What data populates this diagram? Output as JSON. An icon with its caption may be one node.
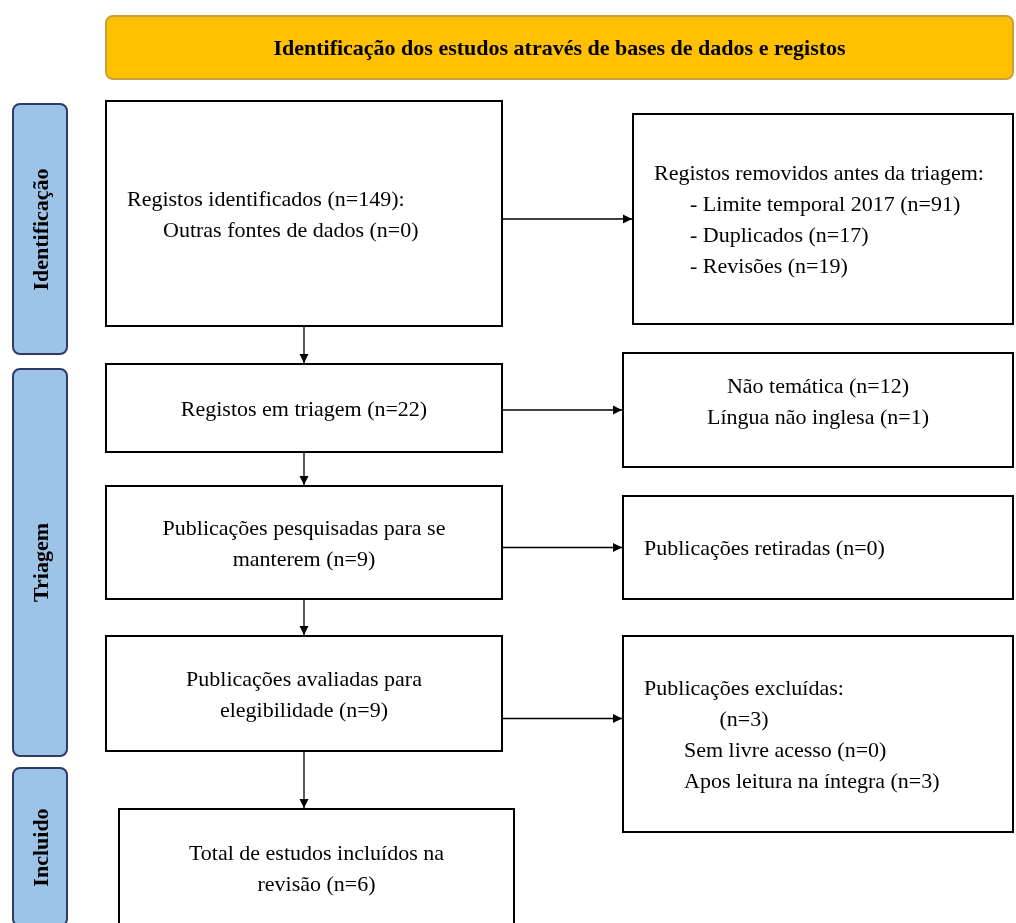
{
  "diagram": {
    "nodes": [
      {
        "text": [
          "Identificação dos estudos através de bases de dados e registos"
        ]
      },
      {
        "text": [
          "Identificação"
        ]
      },
      {
        "text": [
          "Triagem"
        ]
      },
      {
        "text": [
          "Incluido"
        ]
      },
      {
        "text": [
          "Registos identificados (n=149):",
          "Outras fontes de dados (n=0)"
        ]
      },
      {
        "text": [
          "Registos removidos antes da triagem:",
          "- Limite temporal 2017 (n=91)",
          "- Duplicados (n=17)",
          "- Revisões (n=19)"
        ]
      },
      {
        "text": [
          "Registos em triagem (n=22)"
        ]
      },
      {
        "text": [
          "Não temática (n=12)",
          "Língua não inglesa (n=1)"
        ]
      },
      {
        "text": [
          "Publicações pesquisadas para se manterem (n=9)"
        ]
      },
      {
        "text": [
          "Publicações retiradas (n=0)"
        ]
      },
      {
        "text": [
          "Publicações avaliadas para elegibilidade (n=9)"
        ]
      },
      {
        "text": [
          "Publicações excluídas: (n=3)",
          "Sem livre acesso (n=0)",
          "Apos leitura na íntegra (n=3)"
        ]
      },
      {
        "text": [
          "Total de estudos incluídos na revisão (n=6)"
        ]
      }
    ],
    "edges": [
      {
        "from": 4,
        "to": 5,
        "arrow": "to"
      },
      {
        "from": 4,
        "to": 6,
        "arrow": "to"
      },
      {
        "from": 6,
        "to": 7,
        "arrow": "to"
      },
      {
        "from": 6,
        "to": 8,
        "arrow": "to"
      },
      {
        "from": 8,
        "to": 9,
        "arrow": "to"
      },
      {
        "from": 8,
        "to": 10,
        "arrow": "to"
      },
      {
        "from": 10,
        "to": 11,
        "arrow": "to"
      },
      {
        "from": 10,
        "to": 12,
        "arrow": "to"
      }
    ]
  }
}
